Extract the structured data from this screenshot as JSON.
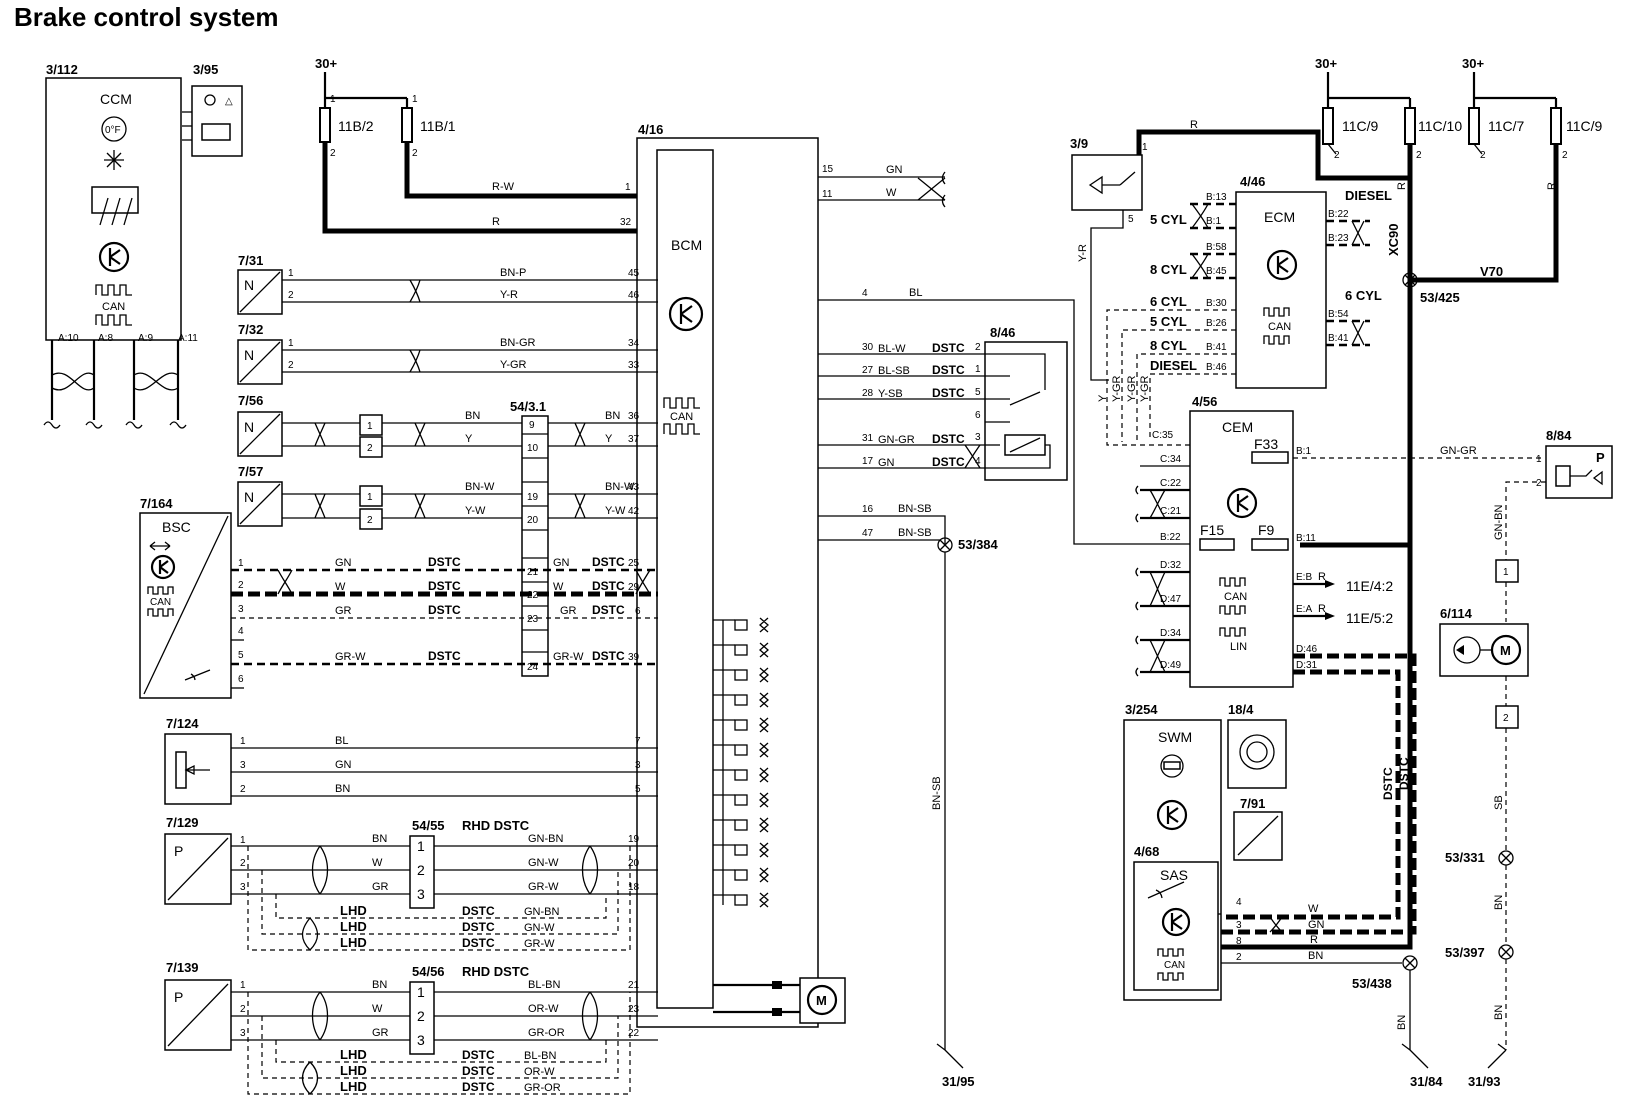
{
  "title": "Brake control system",
  "components": {
    "ccm": {
      "id": "3/112",
      "name": "CCM",
      "can": "CAN",
      "pins": [
        "A:10",
        "A:8",
        "A:9",
        "A:11"
      ]
    },
    "c395": {
      "id": "3/95"
    },
    "bcm": {
      "id": "4/16",
      "name": "BCM",
      "can": "CAN"
    },
    "s731": {
      "id": "7/31",
      "sym": "N"
    },
    "s732": {
      "id": "7/32",
      "sym": "N"
    },
    "s756": {
      "id": "7/56",
      "sym": "N"
    },
    "s757": {
      "id": "7/57",
      "sym": "N"
    },
    "bsc": {
      "id": "7/164",
      "name": "BSC",
      "can": "CAN",
      "pins": [
        "1",
        "2",
        "3",
        "4",
        "5",
        "6"
      ]
    },
    "s7124": {
      "id": "7/124",
      "pins": [
        "1",
        "3",
        "2"
      ]
    },
    "s7129": {
      "id": "7/129",
      "sym": "P",
      "pins": [
        "1",
        "2",
        "3"
      ]
    },
    "s7139": {
      "id": "7/139",
      "sym": "P",
      "pins": [
        "1",
        "2",
        "3"
      ]
    },
    "conn5431": {
      "id": "54/3.1",
      "pins": [
        "9",
        "10",
        "19",
        "20",
        "21",
        "22",
        "23",
        "24"
      ]
    },
    "conn5455": {
      "id": "54/55",
      "note": "RHD DSTC",
      "pins": [
        "1",
        "2",
        "3"
      ]
    },
    "conn5456": {
      "id": "54/56",
      "note": "RHD DSTC",
      "pins": [
        "1",
        "2",
        "3"
      ]
    },
    "sw846": {
      "id": "8/46",
      "pins": [
        "2",
        "1",
        "5",
        "6",
        "3",
        "4"
      ]
    },
    "sw39": {
      "id": "3/9",
      "pins": [
        "1",
        "5"
      ]
    },
    "ecm": {
      "id": "4/46",
      "name": "ECM",
      "can": "CAN"
    },
    "cem": {
      "id": "4/56",
      "name": "CEM",
      "can": "CAN",
      "lin": "LIN",
      "fuses": [
        "F33",
        "F15",
        "F9"
      ]
    },
    "swm": {
      "id": "3/254",
      "name": "SWM"
    },
    "c184": {
      "id": "18/4"
    },
    "c791": {
      "id": "7/91"
    },
    "sas": {
      "id": "4/68",
      "name": "SAS",
      "can": "CAN",
      "pins": [
        "4",
        "3",
        "8",
        "2"
      ]
    },
    "sw884": {
      "id": "8/84",
      "sym": "P",
      "pins": [
        "1",
        "2"
      ]
    },
    "pump": {
      "id": "6/114"
    }
  },
  "fuses": {
    "left": [
      {
        "label": "11B/2"
      },
      {
        "label": "11B/1"
      }
    ],
    "right": [
      {
        "label": "11C/9"
      },
      {
        "label": "11C/10"
      },
      {
        "label": "11C/7"
      },
      {
        "label": "11C/9"
      }
    ],
    "supply": "30+"
  },
  "wires": {
    "rw": "R-W",
    "r": "R",
    "bnp": "BN-P",
    "yr": "Y-R",
    "bngr": "BN-GR",
    "ygr": "Y-GR",
    "bn": "BN",
    "y": "Y",
    "bnw": "BN-W",
    "yw": "Y-W",
    "gn": "GN",
    "w": "W",
    "gr": "GR",
    "grw": "GR-W",
    "bl": "BL",
    "blw": "BL-W",
    "blsb": "BL-SB",
    "ysb": "Y-SB",
    "gngr": "GN-GR",
    "bnsb": "BN-SB",
    "gnbn": "GN-BN",
    "gnw": "GN-W",
    "blbn": "BL-BN",
    "orw": "OR-W",
    "gror": "GR-OR",
    "sb": "SB",
    "dstc": "DSTC",
    "lhd": "LHD"
  },
  "bcm_pins": [
    "15",
    "11",
    "1",
    "32",
    "45",
    "46",
    "4",
    "34",
    "33",
    "30",
    "27",
    "28",
    "36",
    "37",
    "31",
    "17",
    "43",
    "42",
    "16",
    "47",
    "25",
    "29",
    "6",
    "39",
    "7",
    "3",
    "5",
    "19",
    "20",
    "18",
    "21",
    "23",
    "22"
  ],
  "ecm_pins": [
    "B:13",
    "B:1",
    "B:58",
    "B:45",
    "B:22",
    "B:23",
    "B:30",
    "B:26",
    "B:41",
    "B:46",
    "B:54",
    "B:41"
  ],
  "ecm_labels": [
    "5 CYL",
    "8 CYL",
    "6 CYL",
    "5 CYL",
    "8 CYL",
    "DIESEL",
    "DIESEL",
    "6 CYL"
  ],
  "cem_pins": [
    "C:35",
    "C:34",
    "C:22",
    "C:21",
    "B:22",
    "D:32",
    "D:47",
    "D:34",
    "D:49",
    "B:1",
    "B:11",
    "E:B",
    "E:A",
    "D:46",
    "D:31"
  ],
  "cem_outputs": [
    "11E/4:2",
    "11E/5:2"
  ],
  "cars": [
    "XC90",
    "V70"
  ],
  "grounds": [
    "53/384",
    "53/425",
    "53/438",
    "53/331",
    "53/397"
  ],
  "earths": [
    "31/95",
    "31/84",
    "31/93"
  ],
  "pump_pins": [
    "1",
    "2"
  ]
}
